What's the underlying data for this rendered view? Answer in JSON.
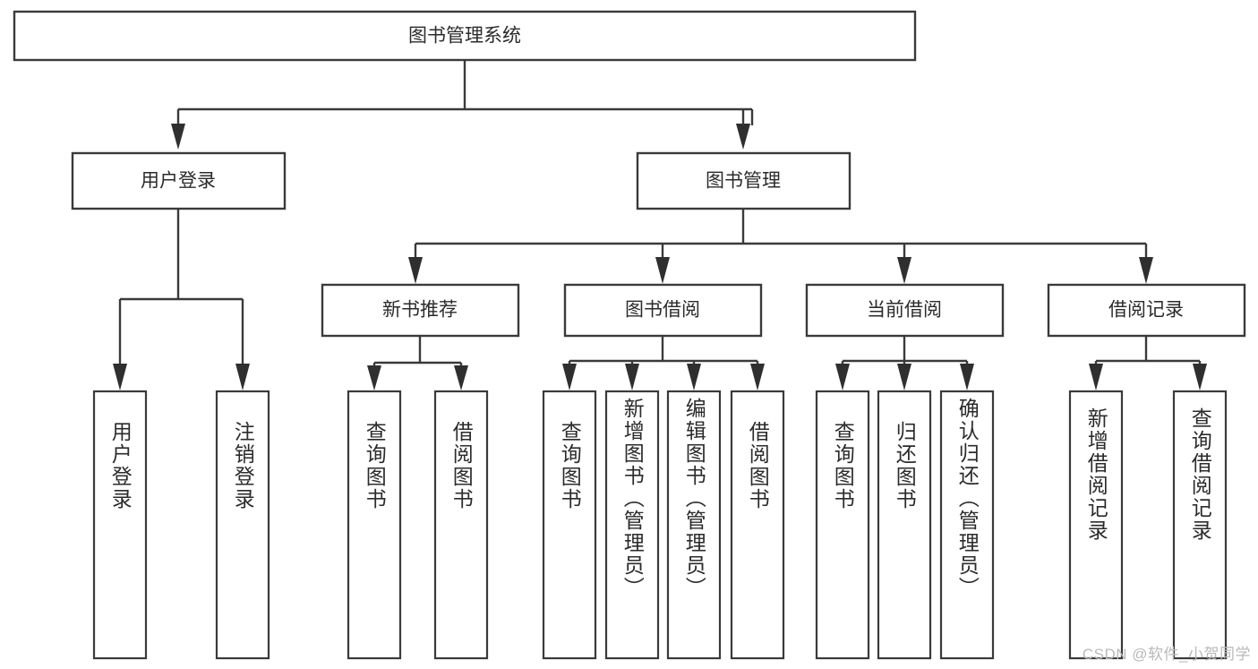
{
  "diagram": {
    "type": "tree-hierarchy-chart",
    "title": "图书管理系统",
    "orientation": "top-down",
    "colors": {
      "box_stroke": "#3a3a3a",
      "box_fill": "#ffffff",
      "connector": "#3a3a3a",
      "text": "#2b2b2b",
      "background": "#ffffff",
      "watermark": "#b9b9b9"
    },
    "root": {
      "label": "图书管理系统"
    },
    "level2": [
      {
        "label": "用户登录"
      },
      {
        "label": "图书管理"
      }
    ],
    "level3": [
      {
        "label": "新书推荐"
      },
      {
        "label": "图书借阅"
      },
      {
        "label": "当前借阅"
      },
      {
        "label": "借阅记录"
      }
    ],
    "leaves": {
      "user_login": [
        {
          "label": "用户登录"
        },
        {
          "label": "注销登录"
        }
      ],
      "new_book_recommend": [
        {
          "label": "查询图书"
        },
        {
          "label": "借阅图书"
        }
      ],
      "book_borrow": [
        {
          "label": "查询图书"
        },
        {
          "label": "新增图书（管理员）"
        },
        {
          "label": "编辑图书（管理员）"
        },
        {
          "label": "借阅图书"
        }
      ],
      "current_borrow": [
        {
          "label": "查询图书"
        },
        {
          "label": "归还图书"
        },
        {
          "label": "确认归还（管理员）"
        }
      ],
      "borrow_record": [
        {
          "label": "新增借阅记录"
        },
        {
          "label": "查询借阅记录"
        }
      ]
    }
  },
  "watermark": {
    "text": "CSDN @软件_小贺同学"
  }
}
